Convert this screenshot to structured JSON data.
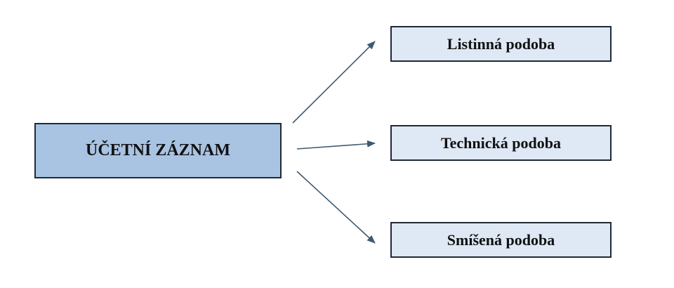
{
  "diagram": {
    "source": {
      "label": "ÚČETNÍ ZÁZNAM"
    },
    "targets": [
      {
        "label": "Listinná podoba"
      },
      {
        "label": "Technická podoba"
      },
      {
        "label": "Smíšená podoba"
      }
    ],
    "colors": {
      "source_fill": "#a9c3e3",
      "target_fill": "#dfe8f5",
      "border": "#1f2a36",
      "arrow": "#3e5a72"
    }
  }
}
